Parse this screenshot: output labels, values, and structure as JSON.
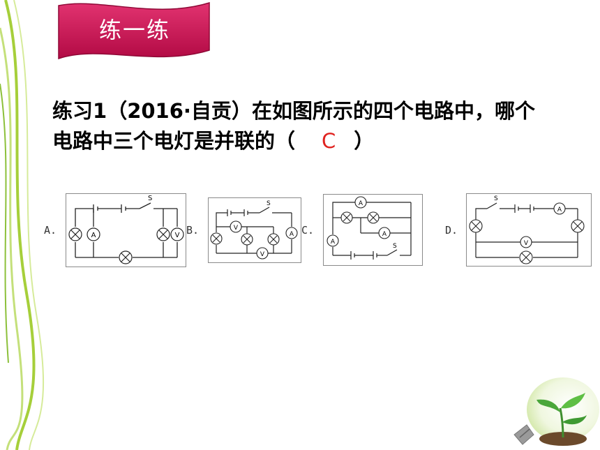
{
  "banner": {
    "title": "练一练"
  },
  "question": {
    "prefix": "练习",
    "number": "1",
    "source": "（2016·自贡）",
    "text_line1": "在如图所示的四个电路中，哪个",
    "text_line2": "电路中三个电灯是并联的（",
    "answer": "C",
    "close": "）"
  },
  "options": [
    {
      "label": "A."
    },
    {
      "label": "B."
    },
    {
      "label": "C."
    },
    {
      "label": "D."
    }
  ],
  "symbols": {
    "switch": "S",
    "ammeter": "A",
    "voltmeter": "V"
  },
  "colors": {
    "banner": "#c8104f",
    "answer": "#e0221f",
    "deco_green": "#a6cf3a"
  }
}
